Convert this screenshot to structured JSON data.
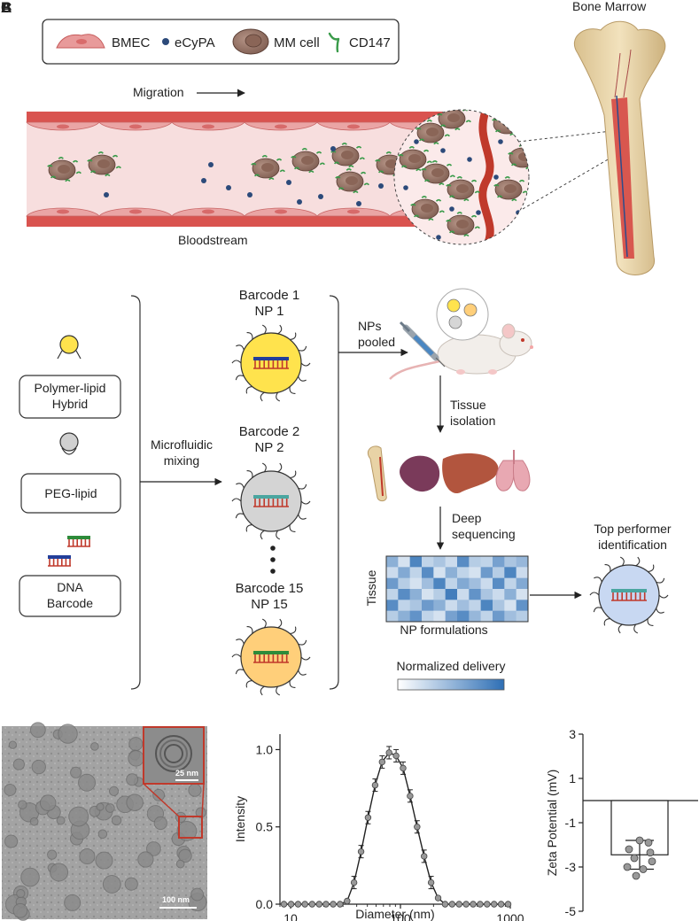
{
  "panel_a": {
    "legend": [
      {
        "icon": "endothelial-cell-icon",
        "label": "BMEC"
      },
      {
        "icon": "dot-icon",
        "label": "eCyPA"
      },
      {
        "icon": "myeloma-cell-icon",
        "label": "MM cell"
      },
      {
        "icon": "receptor-icon",
        "label": "CD147"
      }
    ],
    "migration": "Migration",
    "bloodstream": "Bloodstream",
    "bone_marrow": "Bone Marrow"
  },
  "panel_b": {
    "components": [
      "Polymer-lipid\nHybrid",
      "PEG-lipid",
      "DNA\nBarcode"
    ],
    "mixing": "Microfluidic\nmixing",
    "barcodes": [
      "Barcode 1\nNP 1",
      "Barcode 2\nNP 2",
      "Barcode 15\nNP 15"
    ],
    "pooled": "NPs\npooled",
    "tissue_isolation": "Tissue\nisolation",
    "deep_sequencing": "Deep\nsequencing",
    "heatmap_ylabel": "Tissue",
    "heatmap_xlabel": "NP formulations",
    "colorbar_label": "Normalized delivery",
    "top_performer": "Top performer\nidentification"
  },
  "panel_c": {
    "scale_inset": "25 nm",
    "scale_main": "100 nm"
  },
  "chart_data": [
    {
      "type": "heatmap",
      "title": "",
      "xlabel": "NP formulations",
      "ylabel": "Tissue",
      "values": [
        [
          0.55,
          0.2,
          0.85,
          0.3,
          0.4,
          0.25,
          0.8,
          0.35,
          0.3,
          0.65,
          0.4,
          0.5
        ],
        [
          0.25,
          0.6,
          0.3,
          0.8,
          0.2,
          0.55,
          0.3,
          0.2,
          0.7,
          0.35,
          0.85,
          0.25
        ],
        [
          0.7,
          0.35,
          0.2,
          0.45,
          0.85,
          0.3,
          0.6,
          0.45,
          0.25,
          0.8,
          0.3,
          0.6
        ],
        [
          0.3,
          0.8,
          0.55,
          0.2,
          0.35,
          0.9,
          0.25,
          0.75,
          0.4,
          0.25,
          0.55,
          0.2
        ],
        [
          0.8,
          0.3,
          0.4,
          0.7,
          0.55,
          0.25,
          0.45,
          0.3,
          0.85,
          0.4,
          0.2,
          0.75
        ],
        [
          0.35,
          0.55,
          0.75,
          0.3,
          0.2,
          0.65,
          0.8,
          0.5,
          0.3,
          0.7,
          0.45,
          0.35
        ]
      ]
    },
    {
      "type": "line",
      "title": "",
      "xlabel": "Diameter (nm)",
      "ylabel": "Intensity",
      "xscale": "log",
      "xlim": [
        8,
        1000
      ],
      "ylim": [
        0,
        1.1
      ],
      "xticks": [
        "10",
        "100",
        "1000"
      ],
      "yticks": [
        "0.0",
        "0.5",
        "1.0"
      ],
      "x": [
        8.7,
        10.1,
        11.7,
        13.5,
        15.7,
        18.2,
        21.0,
        24.4,
        28.2,
        32.7,
        37.8,
        43.8,
        50.7,
        58.8,
        68.1,
        78.8,
        91.3,
        105.7,
        122.4,
        141.8,
        164.2,
        190.1,
        220.2,
        255.0,
        295.3,
        342.0,
        396.1,
        458.7,
        531.2,
        615.1,
        712.4,
        825.0,
        955.4
      ],
      "y": [
        0.0,
        0.0,
        0.0,
        0.0,
        0.0,
        0.0,
        0.0,
        0.0,
        0.0,
        0.02,
        0.14,
        0.34,
        0.56,
        0.77,
        0.92,
        0.98,
        0.96,
        0.88,
        0.7,
        0.5,
        0.31,
        0.14,
        0.04,
        0.0,
        0.0,
        0.0,
        0.0,
        0.0,
        0.0,
        0.0,
        0.0,
        0.0,
        0.0
      ]
    },
    {
      "type": "bar",
      "title": "",
      "ylabel": "Zeta Potential (mV)",
      "ylim": [
        -5,
        3
      ],
      "yticks": [
        "3",
        "1",
        "-1",
        "-3",
        "-5"
      ],
      "values": [
        -2.45
      ],
      "error": [
        0.65
      ],
      "points": [
        -1.8,
        -1.9,
        -2.2,
        -2.35,
        -2.6,
        -2.75,
        -3.0,
        -3.1,
        -3.4
      ]
    }
  ]
}
